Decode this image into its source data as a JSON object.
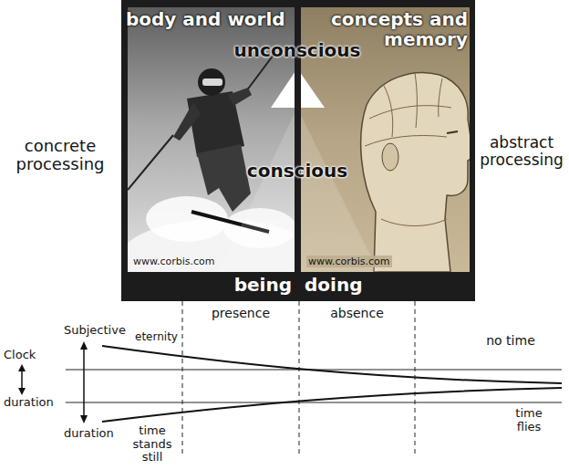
{
  "diagram": {
    "labels": [
      "body and world",
      "concepts and memory",
      "unconscious",
      "concrete processing",
      "conscious",
      "abstract processing",
      "www.corbis.com",
      "www.corbis.com",
      "being",
      "doing",
      "presence",
      "absence",
      "Subjective",
      "eternity",
      "no time",
      "Clock",
      "duration",
      "duration",
      "time flies",
      "time stands still"
    ]
  }
}
